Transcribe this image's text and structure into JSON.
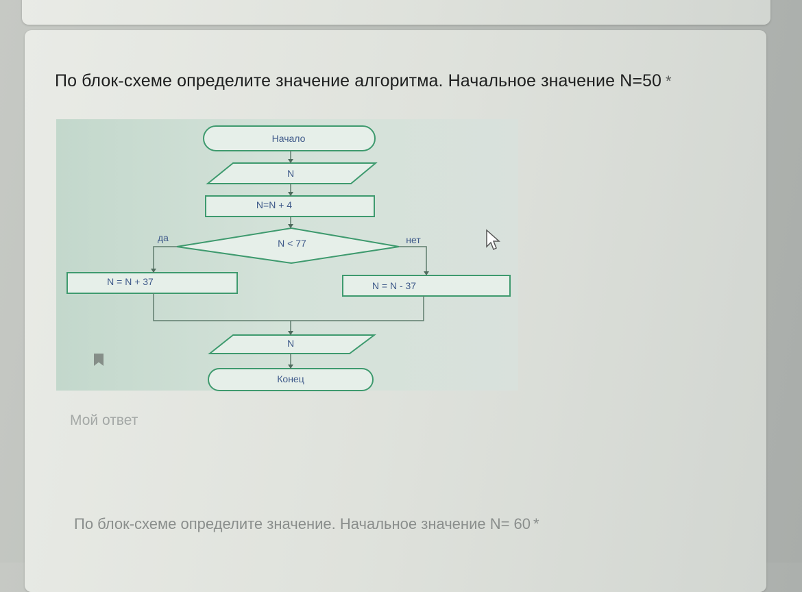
{
  "question1": {
    "title": "По блок-схеме определите значение алгоритма. Начальное значение N=50",
    "required_mark": "*"
  },
  "flowchart": {
    "start": "Начало",
    "input": "N",
    "process": "N=N + 4",
    "condition": "N < 77",
    "yes_label": "да",
    "no_label": "нет",
    "yes_process": "N = N + 37",
    "no_process": "N = N - 37",
    "output": "N",
    "end": "Конец"
  },
  "answer": {
    "placeholder": "Мой ответ"
  },
  "question2": {
    "title": "По блок-схеме определите значение. Начальное значение N= 60",
    "required_mark": "*"
  },
  "colors": {
    "diagram_stroke": "#3e9a6e",
    "diagram_bg": "#cfe0d6"
  }
}
